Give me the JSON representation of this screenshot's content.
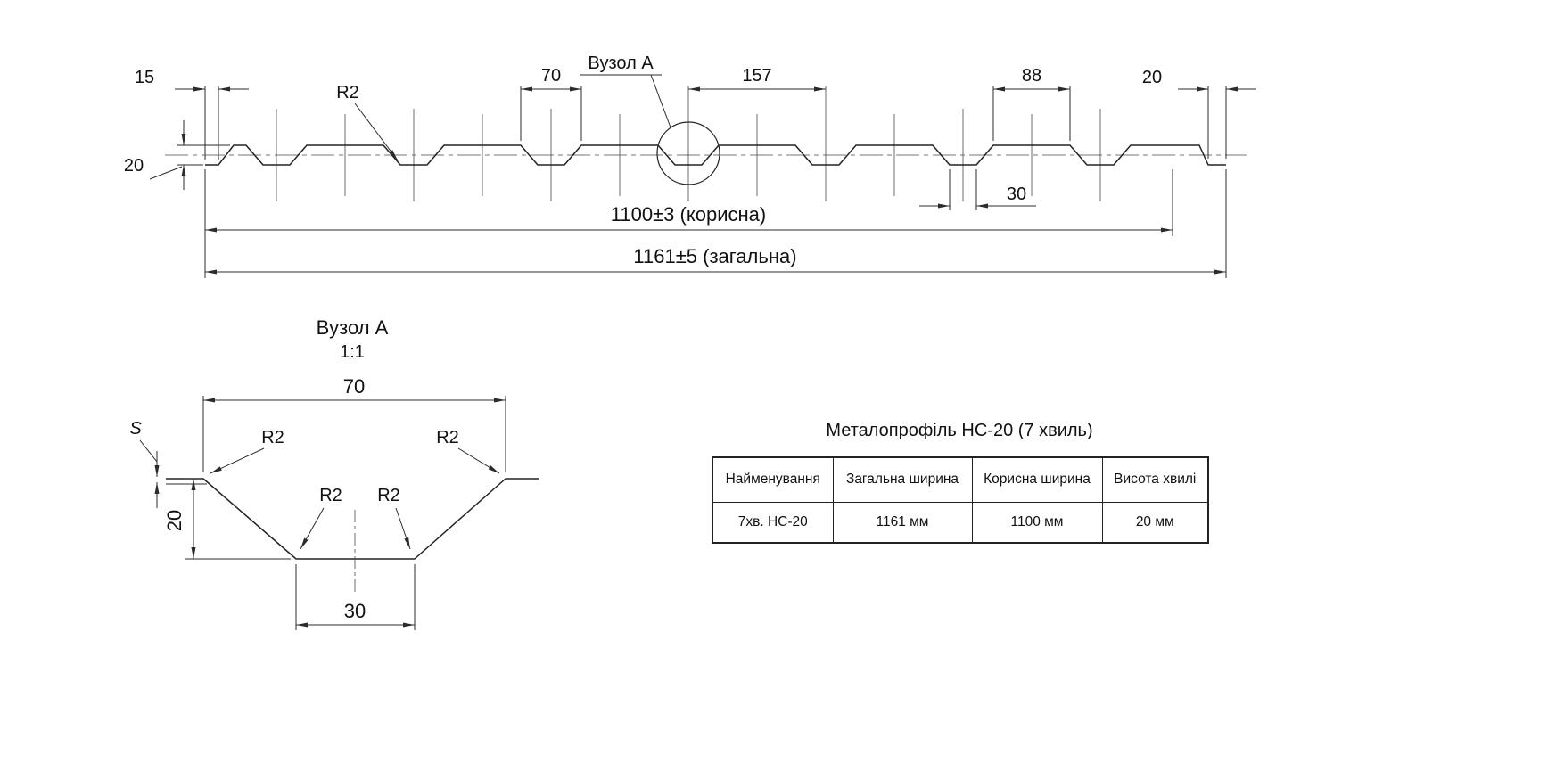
{
  "page": {
    "background": "#ffffff",
    "line_color": "#2b2b2b"
  },
  "main_drawing": {
    "dim_15": "15",
    "dim_20_left": "20",
    "radius_label": "R2",
    "dim_70": "70",
    "node_ref_label": "Вузол А",
    "dim_157": "157",
    "dim_88": "88",
    "dim_20_right": "20",
    "dim_30": "30",
    "dim_useful": "1100±3 (корисна)",
    "dim_total": "1161±5 (загальна)"
  },
  "detail_drawing": {
    "title": "Вузол А",
    "scale": "1:1",
    "dim_70": "70",
    "thickness_label": "S",
    "radius_tl": "R2",
    "radius_tr": "R2",
    "radius_bl": "R2",
    "radius_br": "R2",
    "dim_20": "20",
    "dim_30": "30"
  },
  "spec_table": {
    "title": "Металопрофіль НС-20 (7 хвиль)",
    "headers": [
      "Найменування",
      "Загальна ширина",
      "Корисна ширина",
      "Висота хвилі"
    ],
    "rows": [
      [
        "7хв. НС-20",
        "1161 мм",
        "1100 мм",
        "20 мм"
      ]
    ]
  }
}
